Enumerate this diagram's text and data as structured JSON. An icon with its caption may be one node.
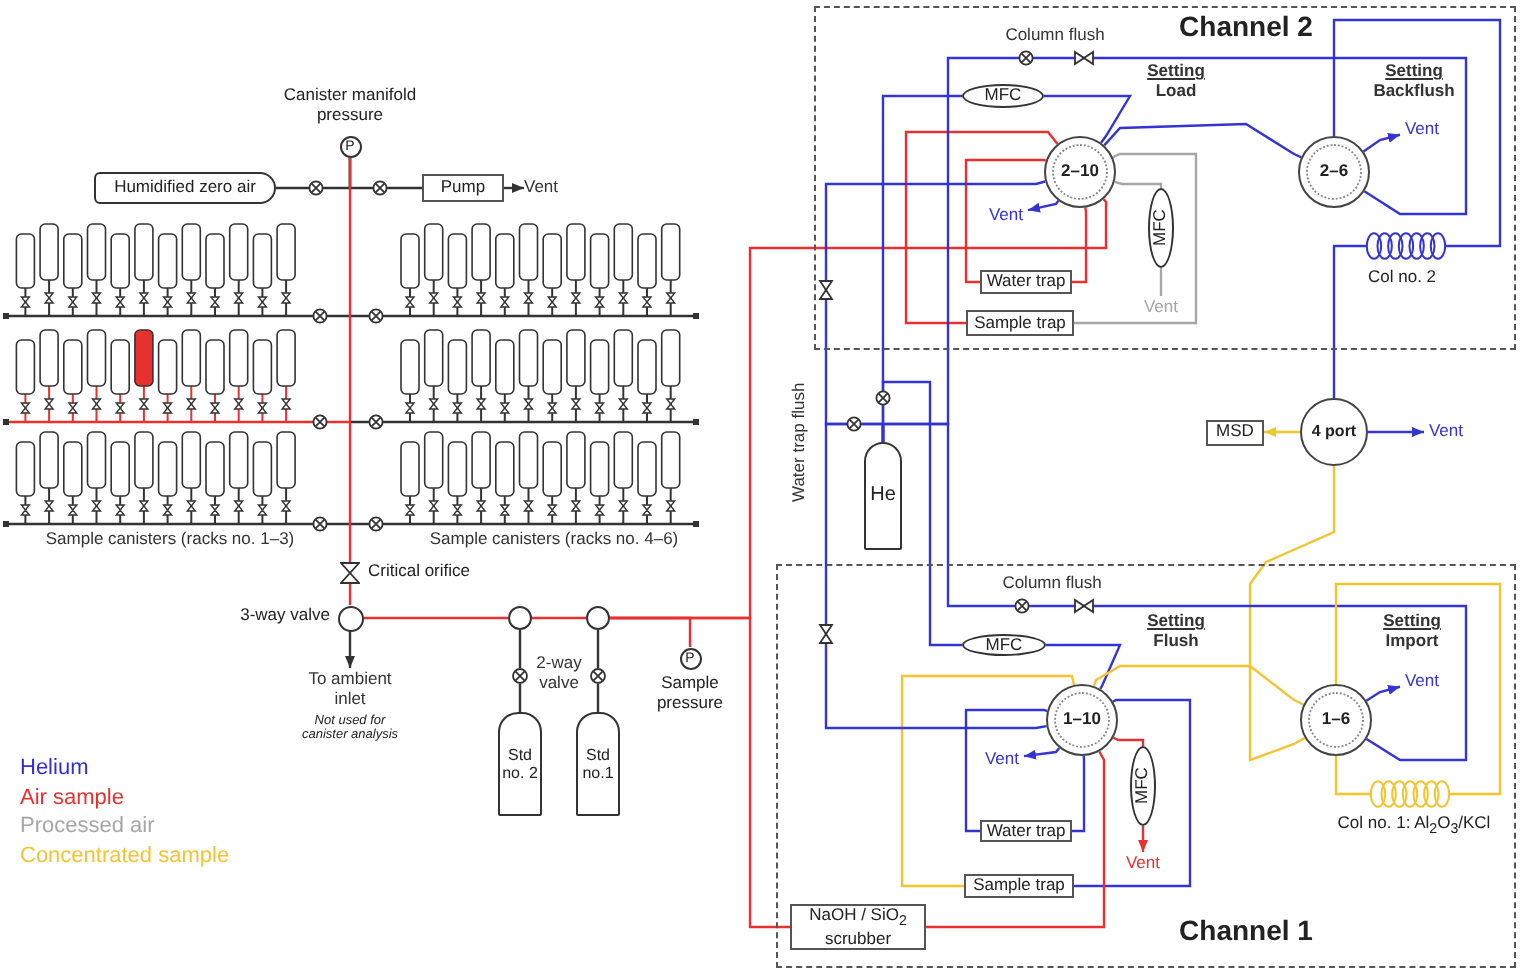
{
  "diagram": {
    "nodes": [
      {
        "text": [
          "P"
        ],
        "beside": [
          "Canister manifold pressure"
        ]
      },
      {
        "text": [
          "Humidified zero air"
        ]
      },
      {
        "text": [
          "Pump"
        ]
      },
      {
        "text": [
          "Vent"
        ]
      },
      {
        "text": [],
        "shape": "bowtie",
        "beside": [
          "Critical orifice"
        ]
      },
      {
        "text": [],
        "shape": "circle",
        "beside": [
          "3-way valve"
        ]
      },
      {
        "text": [
          "To ambient inlet"
        ],
        "beside": [
          "Not used for canister analysis"
        ]
      },
      {
        "text": [],
        "shape": "circle"
      },
      {
        "text": [],
        "shape": "circle"
      },
      {
        "text": [],
        "shape": "valve"
      },
      {
        "text": [],
        "shape": "valve"
      },
      {
        "text": [
          "P"
        ],
        "beside": [
          "Sample pressure"
        ]
      },
      {
        "text": [
          "Std no. 2"
        ]
      },
      {
        "text": [
          "Std no.1"
        ]
      },
      {
        "text": [
          "Channel 2"
        ]
      },
      {
        "text": [
          "MFC"
        ],
        "in": 14
      },
      {
        "text": [
          "2–10"
        ],
        "in": 14
      },
      {
        "text": [
          "2–6"
        ],
        "in": 14
      },
      {
        "text": [
          "Vent"
        ],
        "in": 14
      },
      {
        "text": [
          "Vent"
        ],
        "in": 14
      },
      {
        "text": [
          "MFC"
        ],
        "in": 14
      },
      {
        "text": [
          "Water trap"
        ],
        "in": 14
      },
      {
        "text": [],
        "shape": "coil",
        "beside": [
          "Col no. 2"
        ],
        "in": 14
      },
      {
        "text": [
          "Vent"
        ],
        "in": 14
      },
      {
        "text": [
          "Sample trap"
        ],
        "in": 14
      },
      {
        "text": [
          "MSD"
        ]
      },
      {
        "text": [
          "4 port"
        ]
      },
      {
        "text": [
          "Vent"
        ]
      },
      {
        "text": [
          "He"
        ]
      },
      {
        "text": [
          "Channel 1"
        ]
      },
      {
        "text": [
          "MFC"
        ],
        "in": 29
      },
      {
        "text": [
          "1–10"
        ],
        "in": 29
      },
      {
        "text": [
          "1–6"
        ],
        "in": 29
      },
      {
        "text": [
          "Vent"
        ],
        "in": 29
      },
      {
        "text": [
          "Vent"
        ],
        "in": 29
      },
      {
        "text": [
          "MFC"
        ],
        "in": 29
      },
      {
        "text": [],
        "shape": "coil",
        "beside": [
          "Col no. 1: Al$_{2}$O$_{3}$/KCl"
        ],
        "in": 29
      },
      {
        "text": [
          "Water trap"
        ],
        "in": 29
      },
      {
        "text": [
          "Vent"
        ],
        "in": 29
      },
      {
        "text": [
          "Sample trap"
        ],
        "in": 29
      },
      {
        "text": [
          "NaOH / SiO$_{2}$ scrubber"
        ],
        "in": 29
      }
    ],
    "edges": [
      {
        "from": 1,
        "to": 0,
        "arrow": "none",
        "color": "#333333"
      },
      {
        "from": 2,
        "to": 0,
        "arrow": "none",
        "color": "#333333"
      },
      {
        "from": 2,
        "to": 3,
        "arrow": "to",
        "color": "#333333"
      },
      {
        "from": 0,
        "to": 4,
        "arrow": "none",
        "color": "#e8312e"
      },
      {
        "from": 4,
        "to": 5,
        "arrow": "none",
        "color": "#e8312e"
      },
      {
        "from": 5,
        "to": 6,
        "arrow": "to",
        "color": "#333333"
      },
      {
        "from": 5,
        "to": 7,
        "arrow": "none",
        "color": "#e8312e"
      },
      {
        "from": 7,
        "to": 8,
        "arrow": "none",
        "color": "#e8312e"
      },
      {
        "from": 7,
        "to": 9,
        "arrow": "none",
        "color": "#333333"
      },
      {
        "from": 9,
        "to": 12,
        "arrow": "none",
        "color": "#333333"
      },
      {
        "from": 8,
        "to": 10,
        "arrow": "none",
        "color": "#333333"
      },
      {
        "from": 10,
        "to": 13,
        "arrow": "none",
        "color": "#333333"
      },
      {
        "from": 8,
        "to": 11,
        "arrow": "none",
        "color": "#e8312e"
      },
      {
        "from": 8,
        "to": 16,
        "arrow": "none",
        "color": "#e8312e"
      },
      {
        "from": 8,
        "to": 40,
        "arrow": "none",
        "color": "#e8312e"
      },
      {
        "from": 28,
        "to": 15,
        "arrow": "none"
      },
      {
        "from": 15,
        "to": 16,
        "arrow": "none"
      },
      {
        "from": 16,
        "to": 19,
        "arrow": "to"
      },
      {
        "from": 16,
        "to": 21,
        "arrow": "none",
        "color": "#e8312e"
      },
      {
        "from": 21,
        "to": 16,
        "arrow": "none",
        "color": "#e8312e"
      },
      {
        "from": 16,
        "to": 24,
        "arrow": "none",
        "color": "#e8312e"
      },
      {
        "from": 24,
        "to": 16,
        "arrow": "none",
        "color": "#a6a6a6"
      },
      {
        "from": 16,
        "to": 20,
        "arrow": "none",
        "color": "#a6a6a6"
      },
      {
        "from": 20,
        "to": 23,
        "arrow": "none",
        "color": "#a6a6a6"
      },
      {
        "from": 16,
        "to": 17,
        "arrow": "none"
      },
      {
        "from": 28,
        "to": 17,
        "arrow": "none",
        "label": "Column flush"
      },
      {
        "from": 17,
        "to": 18,
        "arrow": "to"
      },
      {
        "from": 17,
        "to": 22,
        "arrow": "none"
      },
      {
        "from": 22,
        "to": 26,
        "arrow": "none"
      },
      {
        "from": 28,
        "to": 16,
        "arrow": "none"
      },
      {
        "from": 26,
        "to": 25,
        "arrow": "to",
        "color": "#f4c430"
      },
      {
        "from": 26,
        "to": 27,
        "arrow": "to"
      },
      {
        "from": 32,
        "to": 26,
        "arrow": "none",
        "color": "#f4c430"
      },
      {
        "from": 28,
        "to": 30,
        "arrow": "none"
      },
      {
        "from": 30,
        "to": 31,
        "arrow": "none"
      },
      {
        "from": 31,
        "to": 34,
        "arrow": "to"
      },
      {
        "from": 31,
        "to": 37,
        "arrow": "none"
      },
      {
        "from": 37,
        "to": 31,
        "arrow": "none"
      },
      {
        "from": 39,
        "to": 31,
        "arrow": "none",
        "color": "#f4c430"
      },
      {
        "from": 31,
        "to": 39,
        "arrow": "none"
      },
      {
        "from": 31,
        "to": 35,
        "arrow": "none",
        "color": "#e8312e"
      },
      {
        "from": 35,
        "to": 38,
        "arrow": "to",
        "color": "#e8312e"
      },
      {
        "from": 40,
        "to": 31,
        "arrow": "none",
        "color": "#e8312e"
      },
      {
        "from": 31,
        "to": 32,
        "arrow": "none",
        "color": "#f4c430"
      },
      {
        "from": 28,
        "to": 32,
        "arrow": "none",
        "label": "Column flush"
      },
      {
        "from": 32,
        "to": 33,
        "arrow": "to"
      },
      {
        "from": 32,
        "to": 36,
        "arrow": "none",
        "color": "#f4c430"
      },
      {
        "from": 36,
        "to": 32,
        "arrow": "none",
        "color": "#f4c430"
      },
      {
        "from": 28,
        "to": 31,
        "arrow": "none"
      }
    ],
    "labels": [
      "Setting",
      "Load",
      "Setting",
      "Backflush",
      "Water trap flush",
      "Sample canisters (racks no. 1–3)",
      "Sample canisters (racks no. 4–6)",
      "Setting",
      "Flush",
      "Setting",
      "Import",
      "2-way valve"
    ],
    "legend": [
      {
        "text": "Helium",
        "color": "#2f2fd8"
      },
      {
        "text": "Air sample",
        "color": "#e8312e"
      },
      {
        "text": "Processed air",
        "color": "#a6a6a6"
      },
      {
        "text": "Concentrated sample",
        "color": "#f4c430"
      }
    ]
  }
}
